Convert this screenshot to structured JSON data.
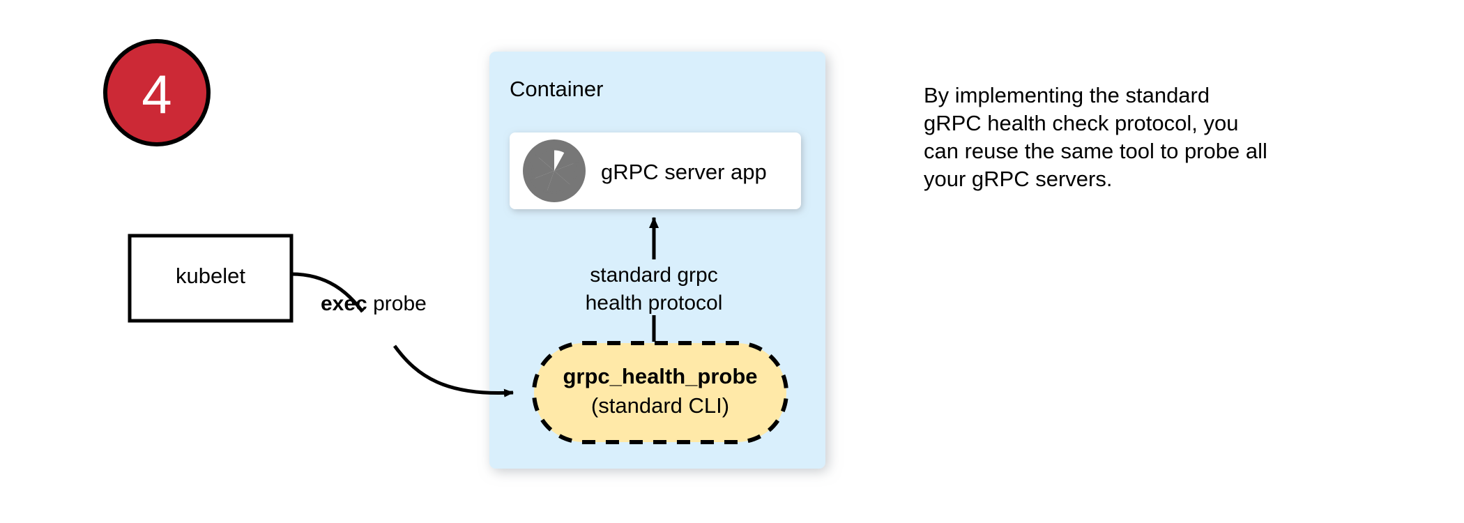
{
  "step_badge": {
    "number": "4",
    "fill_color": "#cc2936",
    "border_color": "#000000",
    "text_color": "#ffffff"
  },
  "container": {
    "label": "Container",
    "fill_color": "#d9effc"
  },
  "server_card": {
    "label": "gRPC server app",
    "icon": "aperture-icon",
    "icon_color": "#777777",
    "fill_color": "#ffffff"
  },
  "probe_node": {
    "title": "grpc_health_probe",
    "subtitle": "(standard CLI)",
    "fill_color": "#ffe9a8",
    "border_color": "#000000",
    "border_style": "dashed"
  },
  "kubelet_node": {
    "label": "kubelet",
    "fill_color": "#ffffff",
    "border_color": "#000000"
  },
  "edges": {
    "exec_probe": {
      "label_bold": "exec",
      "label_rest": " probe"
    },
    "health_protocol": {
      "line1": "standard grpc",
      "line2": "health protocol"
    }
  },
  "note": {
    "line1": "By implementing the standard",
    "line2": "gRPC health check protocol, you",
    "line3": "can reuse the same tool to probe all",
    "line4": "your gRPC servers."
  }
}
